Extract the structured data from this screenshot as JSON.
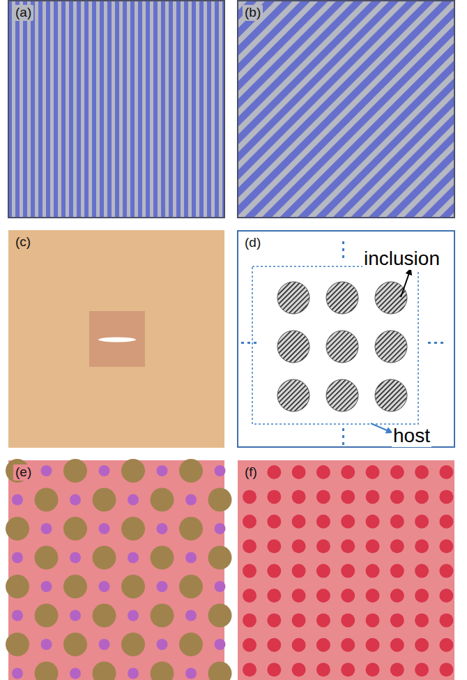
{
  "diagram": {
    "nodes": [
      {
        "text": [
          "(a)"
        ]
      },
      {
        "text": [
          "(b)"
        ]
      },
      {
        "text": [
          "(c)"
        ]
      },
      {
        "text": [
          "(d)"
        ]
      },
      {
        "text": [
          "(e)"
        ]
      },
      {
        "text": [
          "(f)"
        ]
      }
    ],
    "labels": [
      "inclusion",
      "host"
    ]
  }
}
